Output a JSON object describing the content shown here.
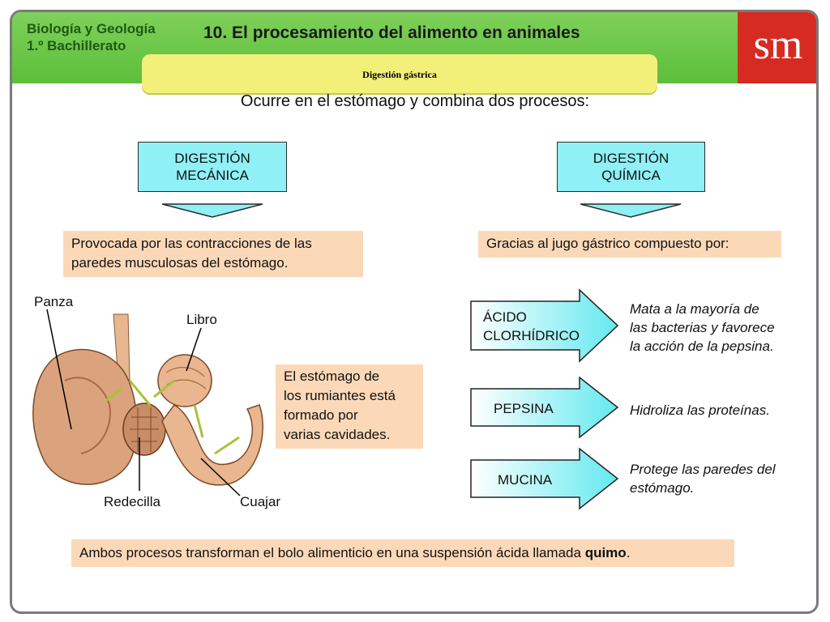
{
  "header": {
    "subject_line1": "Biología y Geología",
    "subject_line2": "1.º Bachillerato",
    "title": "10. El procesamiento del alimento en animales",
    "subtitle": "Digestión gástrica",
    "logo": "sm"
  },
  "intro": "Ocurre en el estómago y combina dos procesos:",
  "mechanical": {
    "title_line1": "DIGESTIÓN",
    "title_line2": "MECÁNICA",
    "description_line1": "Provocada por las contracciones de las",
    "description_line2": "paredes musculosas del estómago."
  },
  "chemical": {
    "title_line1": "DIGESTIÓN",
    "title_line2": "QUÍMICA",
    "description": "Gracias al jugo gástrico compuesto por:"
  },
  "stomach": {
    "labels": {
      "panza": "Panza",
      "libro": "Libro",
      "redecilla": "Redecilla",
      "cuajar": "Cuajar"
    },
    "note_lines": [
      "El estómago de",
      "los rumiantes está",
      "formado por",
      "varias cavidades."
    ]
  },
  "components": [
    {
      "name_line1": "ÁCIDO",
      "name_line2": "CLORHÍDRICO",
      "desc_lines": [
        "Mata a la mayoría de",
        "las bacterias y favorece",
        "la acción de la pepsina."
      ]
    },
    {
      "name_line1": "PEPSINA",
      "name_line2": "",
      "desc_lines": [
        "Hidroliza las proteínas."
      ]
    },
    {
      "name_line1": "MUCINA",
      "name_line2": "",
      "desc_lines": [
        "Protege las paredes del",
        "estómago."
      ]
    }
  ],
  "conclusion": {
    "text": "Ambos procesos transforman el bolo alimenticio en una suspensión ácida llamada ",
    "keyword": "quimo",
    "end": "."
  },
  "colors": {
    "header_green": "#5cbf3a",
    "subtitle_yellow": "#f3f07a",
    "logo_red": "#d62b22",
    "box_cyan": "#8ff0f6",
    "note_peach": "#fbd9b8"
  }
}
